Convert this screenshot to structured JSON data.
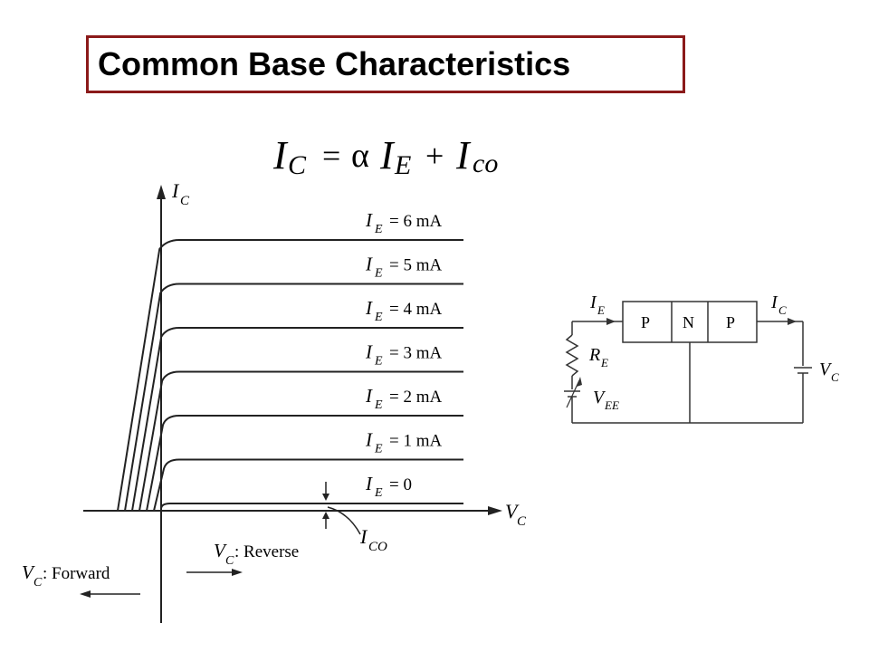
{
  "slide": {
    "title": "Common Base Characteristics"
  },
  "equation": {
    "lhs_var": "I",
    "lhs_sub": "C",
    "equals": "=",
    "alpha": "α",
    "ie_var": "I",
    "ie_sub": "E",
    "plus": "+",
    "ico_var": "I",
    "ico_sub": "co"
  },
  "graph": {
    "y_axis_var": "I",
    "y_axis_sub": "C",
    "x_axis_var": "V",
    "x_axis_sub": "C",
    "curves": [
      {
        "var": "I",
        "sub": "E",
        "value": "= 6 mA"
      },
      {
        "var": "I",
        "sub": "E",
        "value": "= 5 mA"
      },
      {
        "var": "I",
        "sub": "E",
        "value": "= 4 mA"
      },
      {
        "var": "I",
        "sub": "E",
        "value": "= 3 mA"
      },
      {
        "var": "I",
        "sub": "E",
        "value": "= 2 mA"
      },
      {
        "var": "I",
        "sub": "E",
        "value": "= 1 mA"
      },
      {
        "var": "I",
        "sub": "E",
        "value": "= 0"
      }
    ],
    "ico_var": "I",
    "ico_sub": "CO",
    "forward_var": "V",
    "forward_sub": "C",
    "forward_text": ": Forward",
    "reverse_var": "V",
    "reverse_sub": "C",
    "reverse_text": ": Reverse"
  },
  "circuit": {
    "ie_var": "I",
    "ie_sub": "E",
    "ic_var": "I",
    "ic_sub": "C",
    "p1": "P",
    "n": "N",
    "p2": "P",
    "re_var": "R",
    "re_sub": "E",
    "vee_var": "V",
    "vee_sub": "EE",
    "vc_var": "V",
    "vc_sub": "C"
  }
}
